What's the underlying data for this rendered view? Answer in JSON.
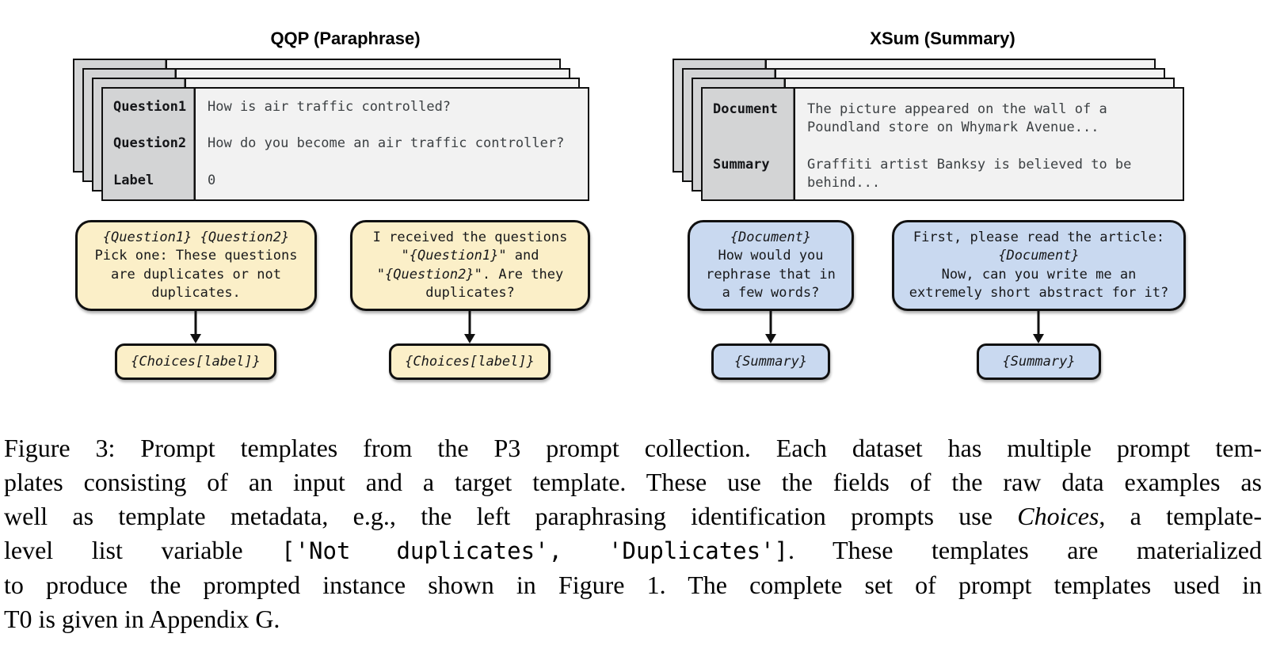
{
  "panels": {
    "qqp": {
      "title": "QQP (Paraphrase)",
      "accent_color": "#FBEFC8",
      "dataset_card": {
        "rows": [
          {
            "label": "Question1",
            "value": "How is air traffic controlled?"
          },
          {
            "label": "Question2",
            "value": "How do you become an air traffic controller?"
          },
          {
            "label": "Label",
            "value": "0"
          }
        ]
      },
      "templates": [
        {
          "input_lines": [
            "{Question1} {Question2}",
            "Pick one: These questions",
            "are duplicates or not",
            "duplicates."
          ],
          "target": "{Choices[label]}"
        },
        {
          "input_lines": [
            "I received the questions",
            "\"{Question1}\" and",
            "\"{Question2}\". Are they",
            "duplicates?"
          ],
          "target": "{Choices[label]}"
        }
      ]
    },
    "xsum": {
      "title": "XSum (Summary)",
      "accent_color": "#C9D9F0",
      "dataset_card": {
        "rows": [
          {
            "label": "Document",
            "value": "The picture appeared on the wall of a\nPoundland store on Whymark Avenue..."
          },
          {
            "label": "Summary",
            "value": "Graffiti artist Banksy is believed to be\nbehind..."
          }
        ]
      },
      "templates": [
        {
          "input_lines": [
            "{Document}",
            "How would you",
            "rephrase that in",
            "a few words?"
          ],
          "target": "{Summary}"
        },
        {
          "input_lines": [
            "First, please read the article:",
            "{Document}",
            "Now, can you write me an",
            "extremely short abstract for it?"
          ],
          "target": "{Summary}"
        }
      ]
    }
  },
  "caption": {
    "lines": [
      {
        "justify": true,
        "runs": [
          {
            "t": "Figure 3: Prompt templates from the P3 prompt collection. Each dataset has multiple prompt tem-",
            "s": "n"
          }
        ]
      },
      {
        "justify": true,
        "runs": [
          {
            "t": "plates consisting of an input and a target template. These use the fields of the raw data examples as",
            "s": "n"
          }
        ]
      },
      {
        "justify": true,
        "runs": [
          {
            "t": "well as template metadata, e.g., the left paraphrasing identification prompts use ",
            "s": "n"
          },
          {
            "t": "Choices",
            "s": "i"
          },
          {
            "t": ", a template-",
            "s": "n"
          }
        ]
      },
      {
        "justify": true,
        "runs": [
          {
            "t": "level list variable ",
            "s": "n"
          },
          {
            "t": "['Not duplicates', 'Duplicates']",
            "s": "c"
          },
          {
            "t": ". These templates are materialized",
            "s": "n"
          }
        ]
      },
      {
        "justify": true,
        "runs": [
          {
            "t": "to produce the prompted instance shown in Figure 1. The complete set of prompt templates used in",
            "s": "n"
          }
        ]
      },
      {
        "justify": false,
        "runs": [
          {
            "t": "T0 is given in Appendix G.",
            "s": "n"
          }
        ]
      }
    ]
  }
}
